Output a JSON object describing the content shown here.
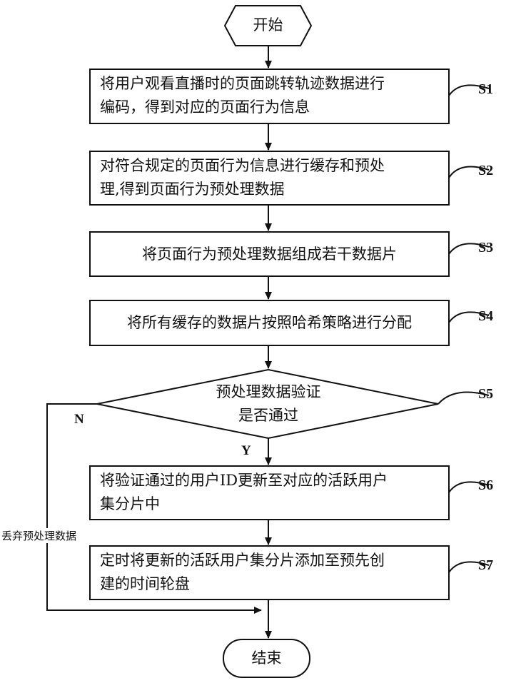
{
  "start": "开始",
  "end": "结束",
  "steps": [
    {
      "id": "S1",
      "text_line1": "将用户观看直播时的页面跳转轨迹数据进行",
      "text_line2": "编码，得到对应的页面行为信息"
    },
    {
      "id": "S2",
      "text_line1": "对符合规定的页面行为信息进行缓存和预处",
      "text_line2": "理,得到页面行为预处理数据"
    },
    {
      "id": "S3",
      "text": "将页面行为预处理数据组成若干数据片"
    },
    {
      "id": "S4",
      "text": "将所有缓存的数据片按照哈希策略进行分配"
    },
    {
      "id": "S5",
      "text_line1": "预处理数据验证",
      "text_line2": "是否通过"
    },
    {
      "id": "S6",
      "text_line1": "将验证通过的用户ID更新至对应的活跃用户",
      "text_line2": "集分片中"
    },
    {
      "id": "S7",
      "text_line1": "定时将更新的活跃用户集分片添加至预先创",
      "text_line2": "建的时间轮盘"
    }
  ],
  "branch": {
    "yes": "Y",
    "no": "N",
    "no_action": "丢弃预处理数据"
  }
}
